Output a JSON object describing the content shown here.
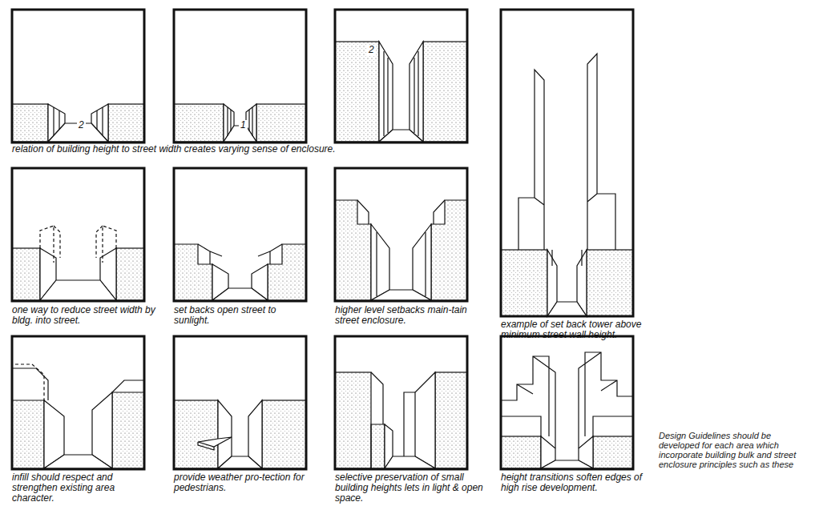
{
  "diagram": {
    "labels": [
      "relation of building height to street width creates varying sense of enclosure.",
      "2",
      "1",
      "2",
      "one way to reduce street width by bldg. into street.",
      "set backs open street to sunlight.",
      "higher level setbacks main-tain street enclosure.",
      "example of set back tower above minimum street wall height.",
      "infill should respect and strengthen existing area character.",
      "provide weather pro-tection for pedestrians.",
      "selective preservation of small building heights lets in light & open space.",
      "height transitions soften edges of high rise development.",
      "Design Guidelines should be developed for each area which incorporate building bulk and street enclosure principles such as these"
    ]
  }
}
